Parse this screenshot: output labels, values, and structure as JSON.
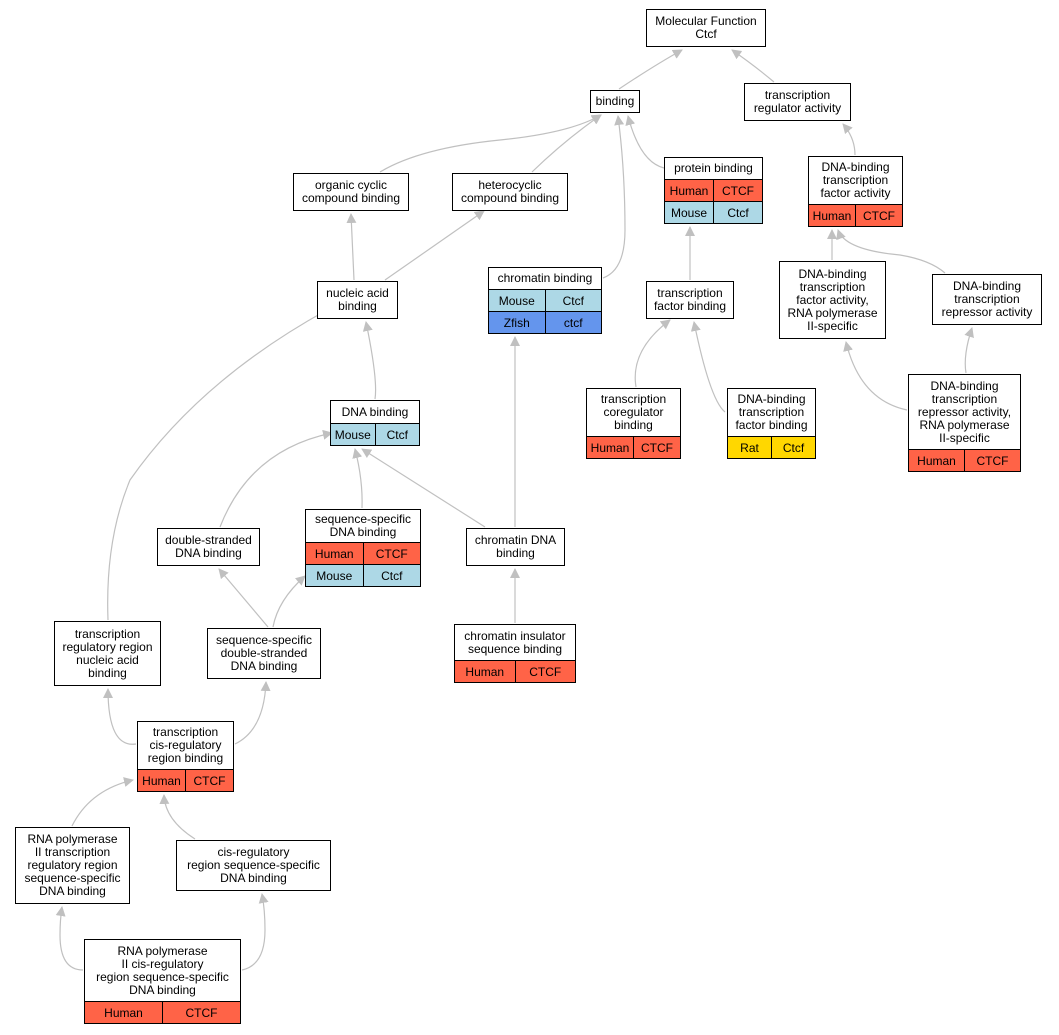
{
  "colors": {
    "Human": "#ff6347",
    "Mouse": "#add8e6",
    "Zfish": "#6495ed",
    "Rat": "#ffd700",
    "edge": "#c0c0c0",
    "border": "#000000"
  },
  "nodes": [
    {
      "id": "mf",
      "label": "Molecular Function\nCtcf",
      "rows": []
    },
    {
      "id": "binding",
      "label": "binding",
      "rows": []
    },
    {
      "id": "tra",
      "label": "transcription\nregulator activity",
      "rows": []
    },
    {
      "id": "protein",
      "label": "protein binding",
      "rows": [
        {
          "species": "Human",
          "gene": "CTCF"
        },
        {
          "species": "Mouse",
          "gene": "Ctcf"
        }
      ]
    },
    {
      "id": "dbtfa",
      "label": "DNA-binding\ntranscription\nfactor activity",
      "rows": [
        {
          "species": "Human",
          "gene": "CTCF"
        }
      ]
    },
    {
      "id": "occ",
      "label": "organic cyclic\ncompound binding",
      "rows": []
    },
    {
      "id": "hcc",
      "label": "heterocyclic\ncompound binding",
      "rows": []
    },
    {
      "id": "chromatin",
      "label": "chromatin binding",
      "rows": [
        {
          "species": "Mouse",
          "gene": "Ctcf"
        },
        {
          "species": "Zfish",
          "gene": "ctcf"
        }
      ]
    },
    {
      "id": "nucleic",
      "label": "nucleic acid\nbinding",
      "rows": []
    },
    {
      "id": "tfb",
      "label": "transcription\nfactor binding",
      "rows": []
    },
    {
      "id": "dbtfa_pol2",
      "label": "DNA-binding\ntranscription\nfactor activity,\nRNA polymerase\nII-specific",
      "rows": []
    },
    {
      "id": "dbtra",
      "label": "DNA-binding\ntranscription\nrepressor activity",
      "rows": []
    },
    {
      "id": "dna",
      "label": "DNA binding",
      "rows": [
        {
          "species": "Mouse",
          "gene": "Ctcf"
        }
      ]
    },
    {
      "id": "tcb",
      "label": "transcription\ncoregulator\nbinding",
      "rows": [
        {
          "species": "Human",
          "gene": "CTCF"
        }
      ]
    },
    {
      "id": "dbtfb",
      "label": "DNA-binding\ntranscription\nfactor binding",
      "rows": [
        {
          "species": "Rat",
          "gene": "Ctcf"
        }
      ]
    },
    {
      "id": "dbtra_pol2",
      "label": "DNA-binding\ntranscription\nrepressor activity,\nRNA polymerase\nII-specific",
      "rows": [
        {
          "species": "Human",
          "gene": "CTCF"
        }
      ]
    },
    {
      "id": "ds",
      "label": "double-stranded\nDNA binding",
      "rows": []
    },
    {
      "id": "ssdna",
      "label": "sequence-specific\nDNA binding",
      "rows": [
        {
          "species": "Human",
          "gene": "CTCF"
        },
        {
          "species": "Mouse",
          "gene": "Ctcf"
        }
      ]
    },
    {
      "id": "chromdna",
      "label": "chromatin DNA\nbinding",
      "rows": []
    },
    {
      "id": "trrna",
      "label": "transcription\nregulatory region\nnucleic acid\nbinding",
      "rows": []
    },
    {
      "id": "ssds",
      "label": "sequence-specific\ndouble-stranded\nDNA binding",
      "rows": []
    },
    {
      "id": "chromins",
      "label": "chromatin insulator\nsequence binding",
      "rows": [
        {
          "species": "Human",
          "gene": "CTCF"
        }
      ]
    },
    {
      "id": "tcrrb",
      "label": "transcription\ncis-regulatory\nregion binding",
      "rows": [
        {
          "species": "Human",
          "gene": "CTCF"
        }
      ]
    },
    {
      "id": "rnap2trr",
      "label": "RNA polymerase\nII transcription\nregulatory region\nsequence-specific\nDNA binding",
      "rows": []
    },
    {
      "id": "crrss",
      "label": "cis-regulatory\nregion sequence-specific\nDNA binding",
      "rows": []
    },
    {
      "id": "rnap2crr",
      "label": "RNA polymerase\nII cis-regulatory\nregion sequence-specific\nDNA binding",
      "rows": [
        {
          "species": "Human",
          "gene": "CTCF"
        }
      ]
    }
  ]
}
